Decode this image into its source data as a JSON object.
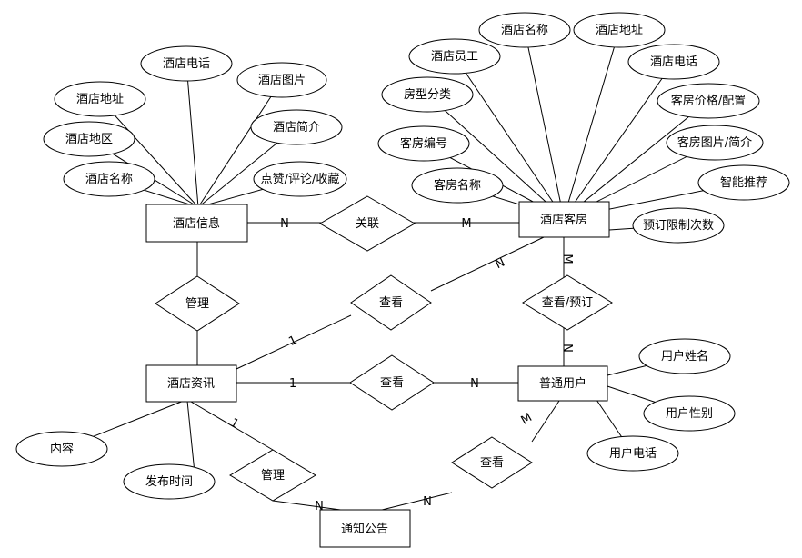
{
  "entities": {
    "hotel_info": "酒店信息",
    "hotel_room": "酒店客房",
    "hotel_news": "酒店资讯",
    "normal_user": "普通用户",
    "notice": "通知公告"
  },
  "relations": {
    "associate": "关联",
    "manage_top": "管理",
    "view_top": "查看",
    "view_book": "查看/预订",
    "view_mid": "查看",
    "manage_bottom": "管理",
    "view_bottom": "查看"
  },
  "attributes": {
    "hotel_info": [
      "酒店电话",
      "酒店图片",
      "酒店地址",
      "酒店简介",
      "酒店地区",
      "点赞/评论/收藏",
      "酒店名称"
    ],
    "hotel_room": [
      "酒店名称",
      "酒店地址",
      "酒店员工",
      "酒店电话",
      "房型分类",
      "客房价格/配置",
      "客房编号",
      "客房图片/简介",
      "客房名称",
      "智能推荐",
      "预订限制次数"
    ],
    "normal_user": [
      "用户姓名",
      "用户性别",
      "用户电话"
    ],
    "hotel_news": [
      "内容",
      "发布时间"
    ]
  },
  "cardinalities": {
    "info_assoc": "N",
    "assoc_room": "M",
    "view_room": "N",
    "news_view": "1",
    "room_book": "M",
    "book_user": "N",
    "news_view2": "1",
    "view2_user": "N",
    "news_manage": "1",
    "manage_notice": "N",
    "notice_view": "N",
    "view_user": "M"
  }
}
